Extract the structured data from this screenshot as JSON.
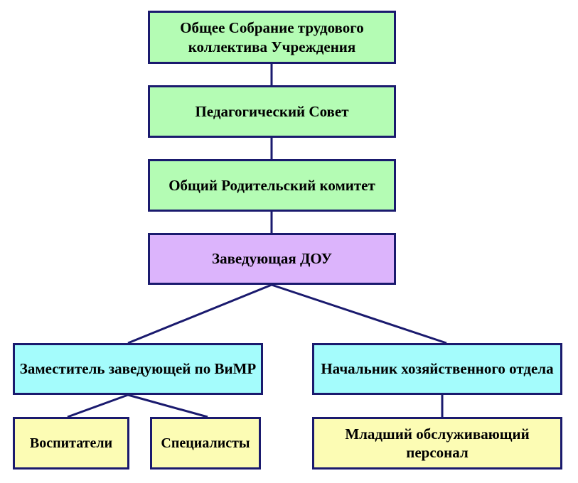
{
  "diagram": {
    "nodes": {
      "general_assembly": "Общее Собрание трудового коллектива Учреждения",
      "pedagogical_council": "Педагогический Совет",
      "parent_committee": "Общий Родительский комитет",
      "head": "Заведующая ДОУ",
      "deputy_head": "Заместитель заведующей по ВиМР",
      "supply_head": "Начальник хозяйственного отдела",
      "educators": "Воспитатели",
      "specialists": "Специалисты",
      "junior_staff": "Младший обслуживающий персонал"
    },
    "edges": [
      [
        "general_assembly",
        "pedagogical_council"
      ],
      [
        "pedagogical_council",
        "parent_committee"
      ],
      [
        "parent_committee",
        "head"
      ],
      [
        "head",
        "deputy_head"
      ],
      [
        "head",
        "supply_head"
      ],
      [
        "deputy_head",
        "educators"
      ],
      [
        "deputy_head",
        "specialists"
      ],
      [
        "supply_head",
        "junior_staff"
      ]
    ],
    "colors": {
      "border": "#1a1a6e",
      "council_fill": "#b4fcb4",
      "head_fill": "#dcb4fc",
      "department_fill": "#a4fcfc",
      "staff_fill": "#fcfcb4"
    }
  }
}
